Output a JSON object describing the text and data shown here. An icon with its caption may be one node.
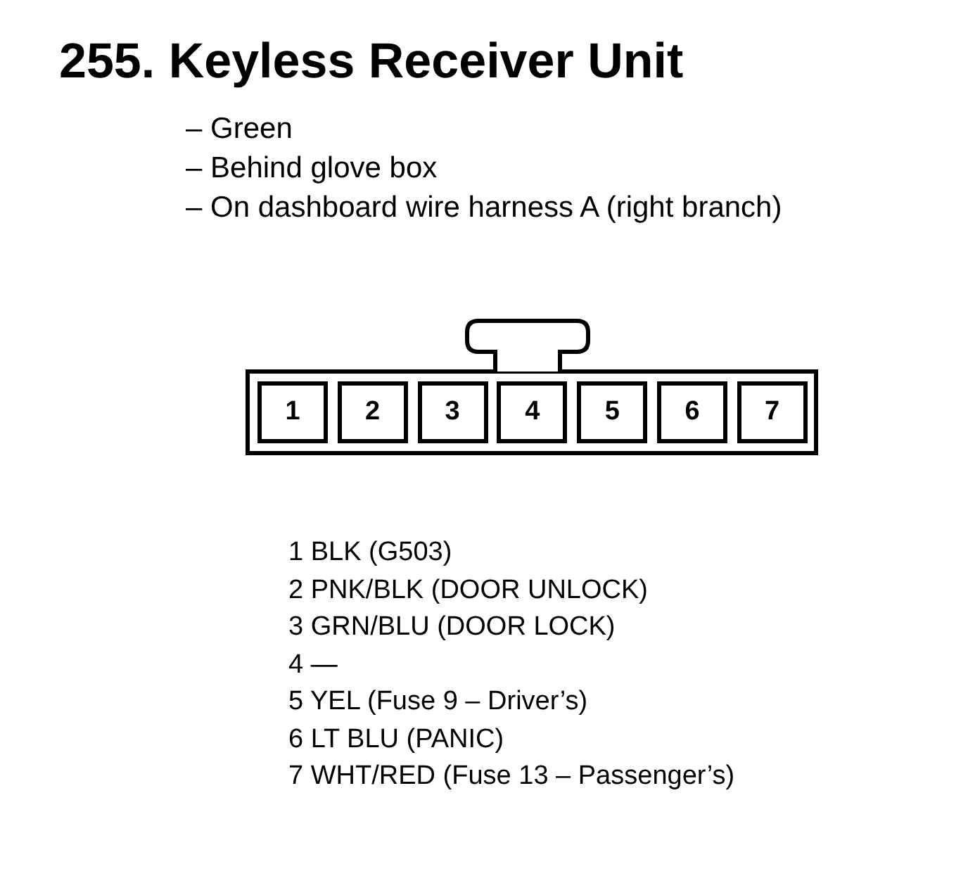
{
  "diagram": {
    "title": "255. Keyless Receiver Unit",
    "nodes": [
      {
        "text": [
          "1"
        ]
      },
      {
        "text": [
          "2"
        ]
      },
      {
        "text": [
          "3"
        ]
      },
      {
        "text": [
          "4"
        ]
      },
      {
        "text": [
          "5"
        ]
      },
      {
        "text": [
          "6"
        ]
      },
      {
        "text": [
          "7"
        ]
      }
    ],
    "edges": [],
    "labels": [
      "– Green",
      "– Behind glove box",
      "– On dashboard wire harness A (right branch)",
      "1 BLK (G503)",
      "2 PNK/BLK (DOOR UNLOCK)",
      "3 GRN/BLU (DOOR LOCK)",
      "4 —",
      "5 YEL (Fuse 9 – Driver’s)",
      "6 LT BLU (PANIC)",
      "7 WHT/RED (Fuse 13 – Passenger’s)"
    ]
  }
}
